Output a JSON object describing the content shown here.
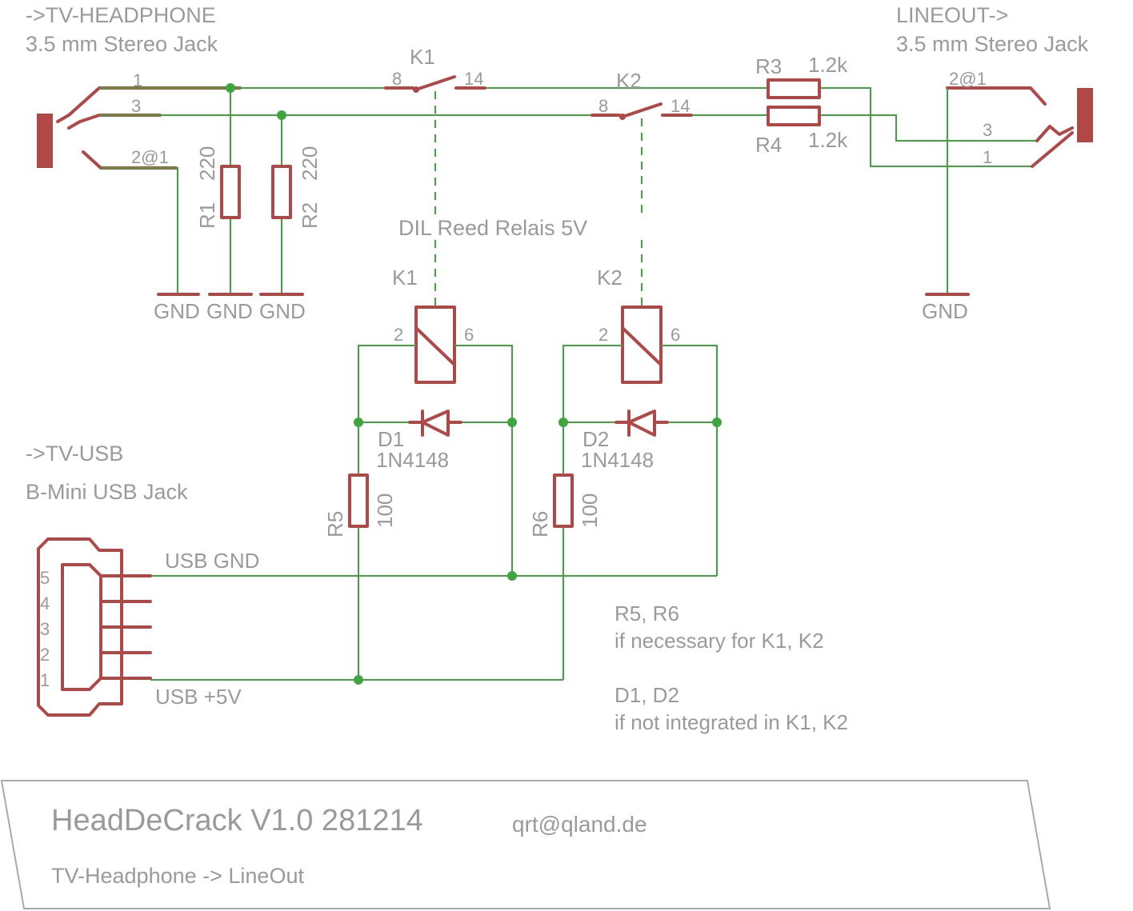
{
  "input_jack": {
    "title": "->TV-HEADPHONE",
    "subtitle": "3.5 mm Stereo Jack",
    "pin_1": "1",
    "pin_3": "3",
    "pin_2": "2@1"
  },
  "output_jack": {
    "title": "LINEOUT->",
    "subtitle": "3.5 mm Stereo Jack",
    "pin_2": "2@1",
    "pin_3": "3",
    "pin_1": "1",
    "gnd": "GND"
  },
  "switches": {
    "k1": {
      "name": "K1",
      "pin_in": "8",
      "pin_out": "14"
    },
    "k2": {
      "name": "K2",
      "pin_in": "8",
      "pin_out": "14"
    },
    "relay_note": "DIL Reed Relais 5V"
  },
  "resistors": {
    "r1": {
      "name": "R1",
      "value": "220"
    },
    "r2": {
      "name": "R2",
      "value": "220"
    },
    "r3": {
      "name": "R3",
      "value": "1.2k"
    },
    "r4": {
      "name": "R4",
      "value": "1.2k"
    },
    "r5": {
      "name": "R5",
      "value": "100"
    },
    "r6": {
      "name": "R6",
      "value": "100"
    }
  },
  "grounds": [
    "GND",
    "GND",
    "GND"
  ],
  "coils": {
    "k1": {
      "name": "K1",
      "pin_a": "2",
      "pin_b": "6"
    },
    "k2": {
      "name": "K2",
      "pin_a": "2",
      "pin_b": "6"
    }
  },
  "diodes": {
    "d1": {
      "name": "D1",
      "part": "1N4148"
    },
    "d2": {
      "name": "D2",
      "part": "1N4148"
    }
  },
  "usb": {
    "title": "->TV-USB",
    "subtitle": "B-Mini USB Jack",
    "pins": [
      "5",
      "4",
      "3",
      "2",
      "1"
    ],
    "gnd_label": "USB GND",
    "vcc_label": "USB +5V"
  },
  "notes": {
    "r_title": "R5, R6",
    "r_text": "if necessary for K1, K2",
    "d_title": "D1, D2",
    "d_text": "if not integrated in K1, K2"
  },
  "title_block": {
    "title": "HeadDeCrack V1.0 281214",
    "email": "qrt@qland.de",
    "description": "TV-Headphone -> LineOut"
  },
  "colors": {
    "wire": "#3fa63f",
    "component": "#b04848",
    "text": "#9a9a9a"
  }
}
